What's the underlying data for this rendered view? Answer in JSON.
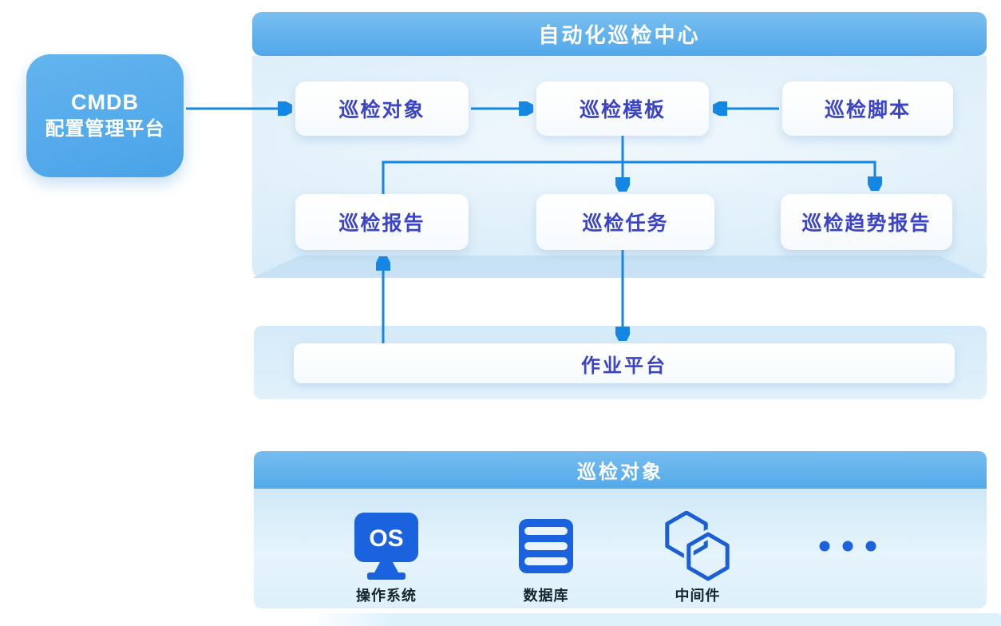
{
  "cmdb_platform": {
    "line1": "CMDB",
    "line2": "配置管理平台"
  },
  "inspection_center": {
    "title": "自动化巡检中心",
    "nodes": {
      "objects": "巡检对象",
      "template": "巡检模板",
      "script": "巡检脚本",
      "report": "巡检报告",
      "task": "巡检任务",
      "trend_report": "巡检趋势报告"
    }
  },
  "job_platform": {
    "label": "作业平台"
  },
  "targets_section": {
    "title": "巡检对象",
    "items": [
      {
        "name": "os",
        "icon": "os-monitor-icon",
        "badge": "OS",
        "label": "操作系统"
      },
      {
        "name": "database",
        "icon": "database-icon",
        "label": "数据库"
      },
      {
        "name": "middleware",
        "icon": "middleware-hexagons-icon",
        "label": "中间件"
      },
      {
        "name": "more",
        "icon": "ellipsis-icon",
        "label": ""
      }
    ]
  },
  "connections": [
    {
      "from": "CMDB 配置管理平台",
      "to": "巡检对象",
      "arrow": "right"
    },
    {
      "from": "巡检对象",
      "to": "巡检模板",
      "arrow": "right"
    },
    {
      "from": "巡检脚本",
      "to": "巡检模板",
      "arrow": "left"
    },
    {
      "from": "巡检模板",
      "to": "巡检报告",
      "arrow": "none"
    },
    {
      "from": "巡检模板",
      "to": "巡检任务",
      "arrow": "down"
    },
    {
      "from": "巡检模板",
      "to": "巡检趋势报告",
      "arrow": "down"
    },
    {
      "from": "巡检任务",
      "to": "作业平台",
      "arrow": "down"
    },
    {
      "from": "作业平台",
      "to": "巡检报告",
      "arrow": "up"
    }
  ],
  "colors": {
    "header_blue_top": "#79bff1",
    "header_blue_bottom": "#51a7e9",
    "panel_light_blue": "#e0f0fa",
    "panel_base_blue": "#c7e2f4",
    "arrow_blue": "#1487e4",
    "node_text_blue": "#3b43c6",
    "icon_blue": "#1b63de",
    "label_dark": "#16242c",
    "cmdb_blue": "#4aa3e8"
  }
}
